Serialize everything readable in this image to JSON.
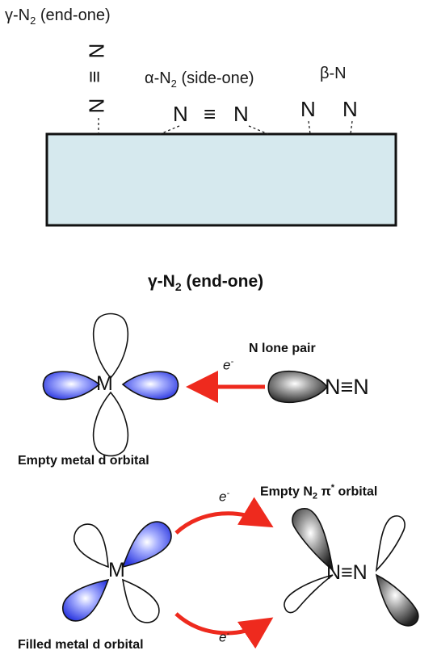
{
  "top": {
    "gamma_label": {
      "prefix": "γ-N",
      "sub": "2",
      "suffix": " (end-one)"
    },
    "alpha_label": {
      "prefix": "α-N",
      "sub": "2",
      "suffix": " (side-one)"
    },
    "beta_label": "β-N",
    "atom_n": "N",
    "triple": "≡",
    "triple_vertical": "≡",
    "surface_color": "#d6e9ee"
  },
  "section_title": {
    "prefix": "γ-N",
    "sub": "2",
    "suffix": " (end-one)"
  },
  "sigma": {
    "metal": "M",
    "electron": {
      "main": "e",
      "sup": "-"
    },
    "lone_pair_label": "N lone pair",
    "n2": "N≡N",
    "caption": "Empty metal d orbital"
  },
  "pi": {
    "empty_label": {
      "prefix": "Empty N",
      "sub": "2",
      "mid": " π",
      "sup": "*",
      "suffix": " orbital"
    },
    "electron_top": {
      "main": "e",
      "sup": "-"
    },
    "electron_bottom": {
      "main": "e",
      "sup": "-"
    },
    "metal": "M",
    "n2": "N≡N",
    "caption": "Filled metal d orbital"
  },
  "colors": {
    "blue_lobe": "#3b49e6",
    "arrow_red": "#ee2a1e",
    "gray_lobe": "#555555",
    "outline": "#111111"
  }
}
